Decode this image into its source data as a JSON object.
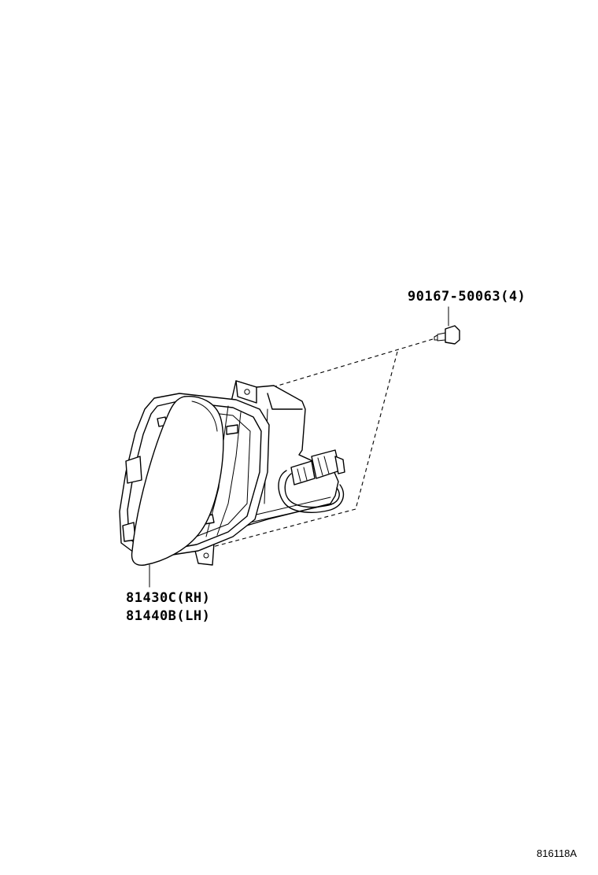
{
  "parts": {
    "bolt_label": "90167-50063(4)",
    "lamp_label_rh": "81430C(RH)",
    "lamp_label_lh": "81440B(LH)"
  },
  "figure": {
    "code": "816118A"
  }
}
